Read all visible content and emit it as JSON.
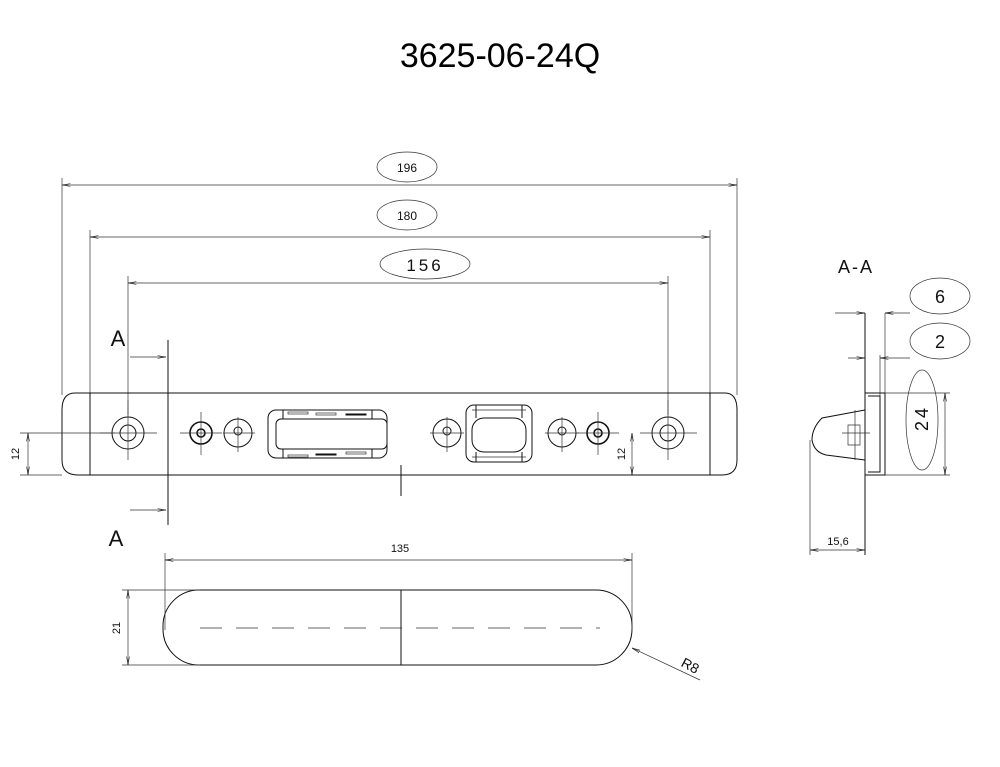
{
  "title": "3625-06-24Q",
  "dimensions": {
    "overall_length": "196",
    "hole_span_outer": "180",
    "hole_span": "156",
    "center_height_left": "12",
    "center_height_right": "12",
    "cover_length": "135",
    "cover_height": "21",
    "radius": "R8",
    "section_thickness": "6",
    "section_step": "2",
    "section_height": "24",
    "section_depth": "15,6"
  },
  "section": {
    "marker_top": "A",
    "marker_bottom": "A",
    "view_label": "A-A"
  }
}
